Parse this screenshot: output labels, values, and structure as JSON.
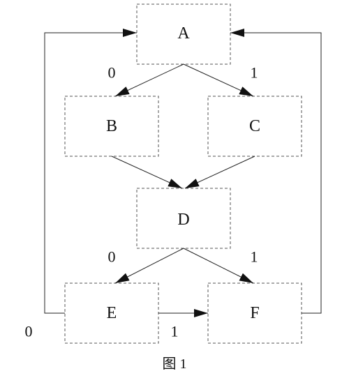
{
  "nodes": {
    "A": "A",
    "B": "B",
    "C": "C",
    "D": "D",
    "E": "E",
    "F": "F"
  },
  "edge_labels": {
    "a_to_b": "0",
    "a_to_c": "1",
    "d_to_e": "0",
    "d_to_f": "1",
    "e_to_a": "0",
    "e_to_f": "1"
  },
  "caption": "图 1"
}
